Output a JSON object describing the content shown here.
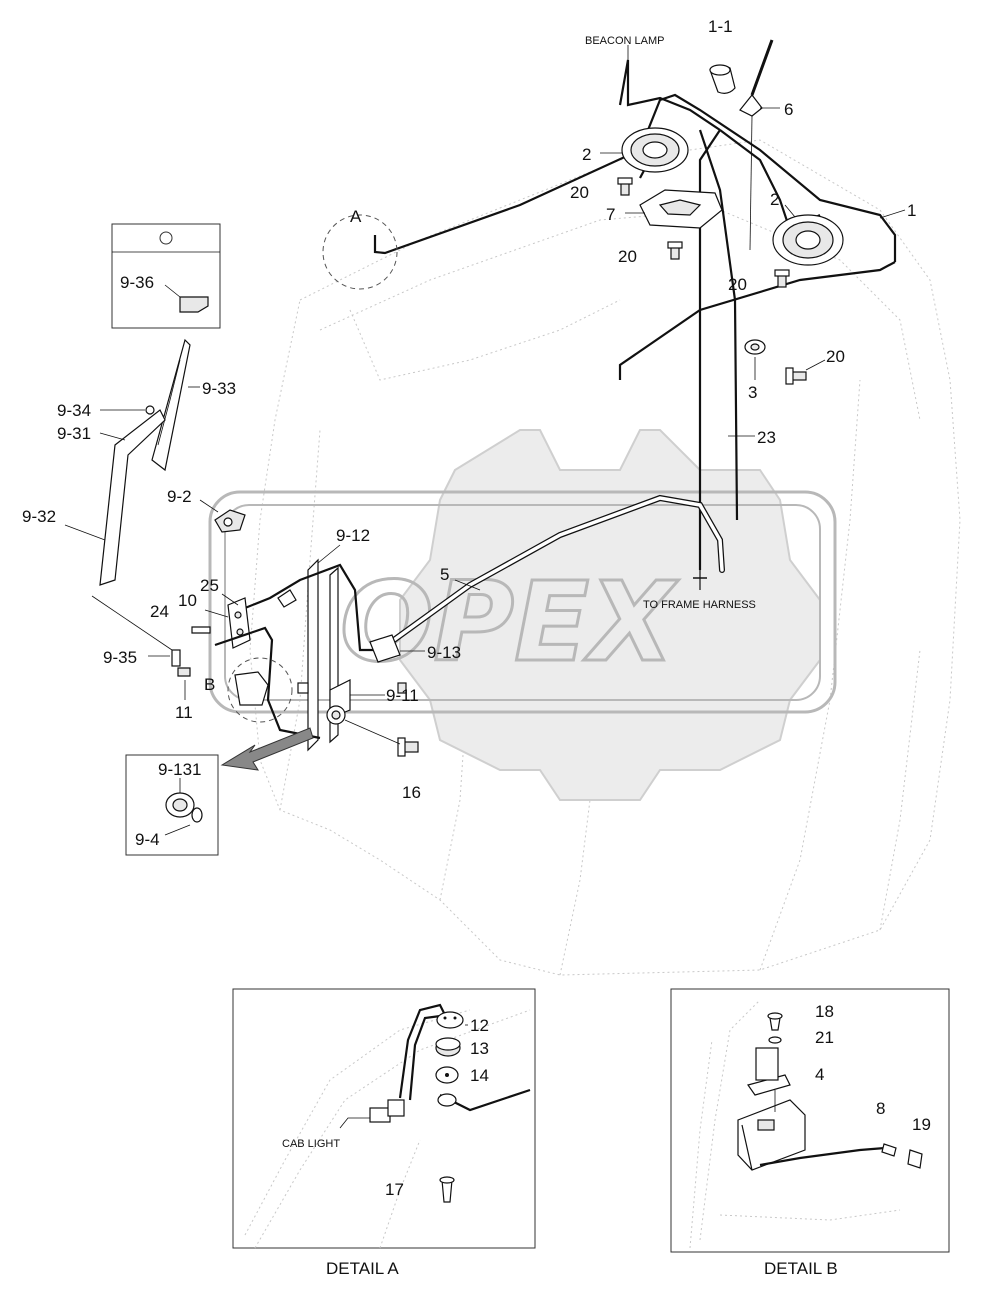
{
  "callouts": {
    "beacon_lamp": "BEACON LAMP",
    "to_frame_harness": "TO FRAME HARNESS",
    "cab_light": "CAB LIGHT",
    "detail_marker_a": "A",
    "detail_marker_b": "B"
  },
  "part_numbers": {
    "p1_1": "1-1",
    "p6": "6",
    "p2_top": "2",
    "p20_a": "20",
    "p7": "7",
    "p20_b": "20",
    "p2_right": "2",
    "p1": "1",
    "p20_c": "20",
    "p20_d": "20",
    "p3": "3",
    "p23": "23",
    "p9_36": "9-36",
    "p9_33": "9-33",
    "p9_34": "9-34",
    "p9_31": "9-31",
    "p9_2": "9-2",
    "p9_32": "9-32",
    "p9_12": "9-12",
    "p5": "5",
    "p25": "25",
    "p10": "10",
    "p24": "24",
    "p9_13": "9-13",
    "p9_35": "9-35",
    "p9_11": "9-11",
    "p11": "11",
    "p16": "16",
    "p9_131": "9-131",
    "p9_4": "9-4",
    "p12": "12",
    "p13": "13",
    "p14": "14",
    "p17": "17",
    "p18": "18",
    "p21": "21",
    "p4": "4",
    "p8": "8",
    "p19": "19"
  },
  "details": {
    "a_caption": "DETAIL A",
    "b_caption": "DETAIL B"
  },
  "watermark": "OPEX"
}
